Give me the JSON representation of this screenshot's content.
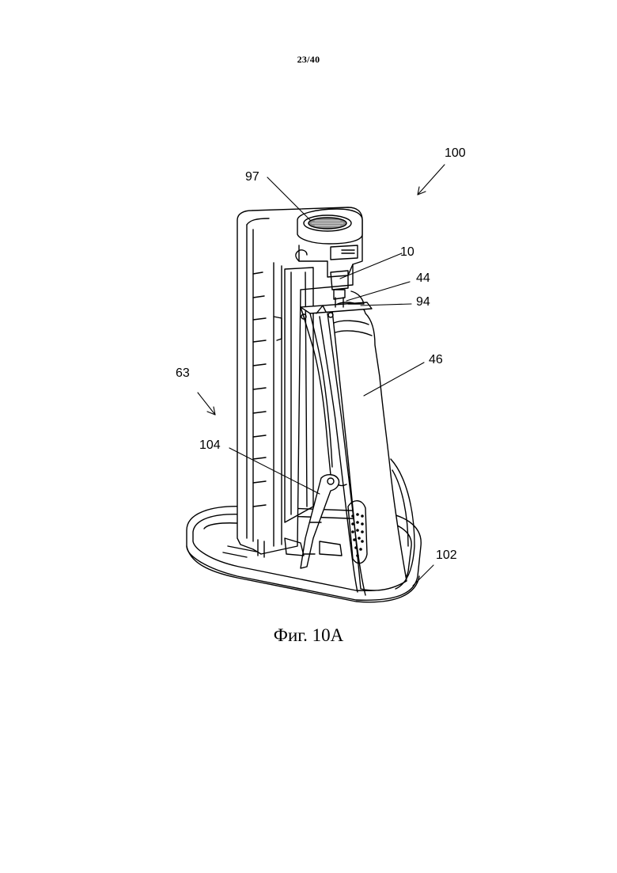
{
  "page": {
    "number": "23/40",
    "caption": "Фиг. 10А"
  },
  "reference_numerals": {
    "r100": "100",
    "r97": "97",
    "r10": "10",
    "r44": "44",
    "r94": "94",
    "r46": "46",
    "r63": "63",
    "r104": "104",
    "r102": "102"
  }
}
